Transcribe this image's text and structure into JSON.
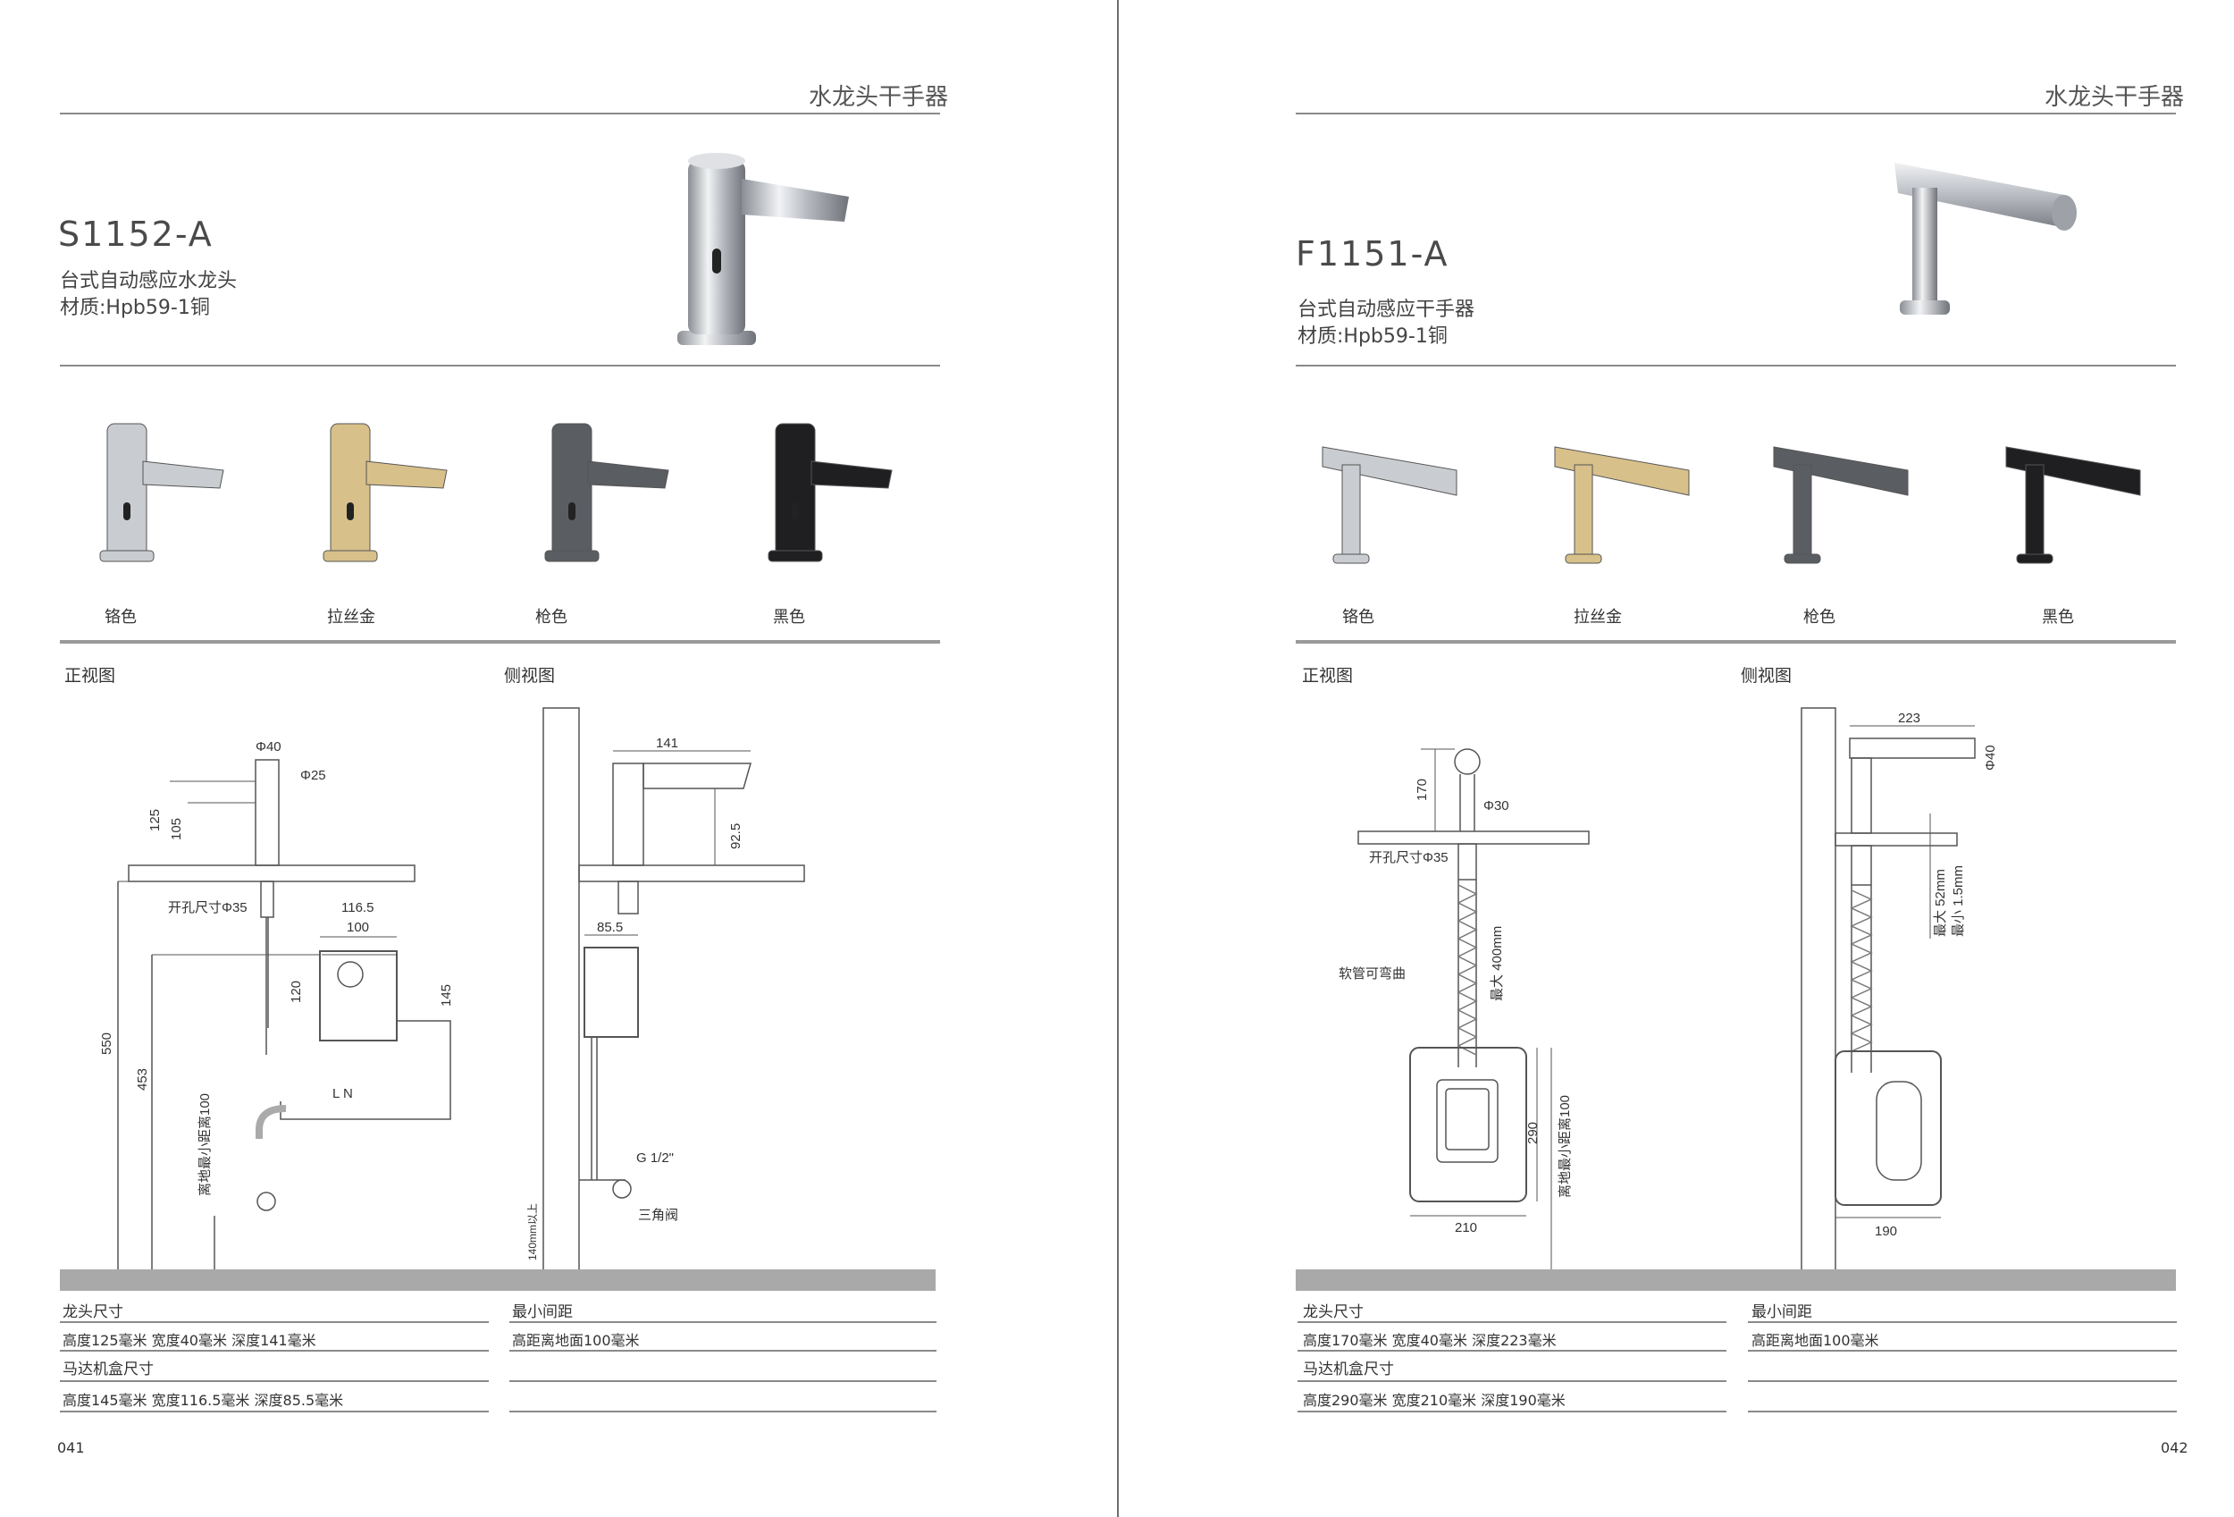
{
  "left": {
    "section": "水龙头干手器",
    "model": "S1152-A",
    "desc_line1": "台式自动感应水龙头",
    "desc_line2": "材质:Hpb59-1铜",
    "finishes": [
      "铬色",
      "拉丝金",
      "枪色",
      "黑色"
    ],
    "front_view": "正视图",
    "side_view": "侧视图",
    "dims_front": {
      "d40": "Φ40",
      "d25": "Φ25",
      "h125": "125",
      "h105": "105",
      "hole": "开孔尺寸Φ35",
      "w116": "116.5",
      "w100": "100",
      "h120": "120",
      "h145": "145",
      "h550": "550",
      "h453": "453",
      "floor": "离地最小距离100",
      "ln": "L N"
    },
    "dims_side": {
      "w141": "141",
      "h92": "92.5",
      "d85": "85.5",
      "g12": "G 1/2\"",
      "valve": "三角阀",
      "min140": "140mm以上"
    },
    "spec_faucet_label": "龙头尺寸",
    "spec_faucet_value": "高度125毫米  宽度40毫米  深度141毫米",
    "spec_motor_label": "马达机盒尺寸",
    "spec_motor_value": "高度145毫米  宽度116.5毫米  深度85.5毫米",
    "spec_gap_label": "最小间距",
    "spec_gap_value": "高距离地面100毫米",
    "page_num": "041"
  },
  "right": {
    "section": "水龙头干手器",
    "model": "F1151-A",
    "desc_line1": "台式自动感应干手器",
    "desc_line2": "材质:Hpb59-1铜",
    "finishes": [
      "铬色",
      "拉丝金",
      "枪色",
      "黑色"
    ],
    "front_view": "正视图",
    "side_view": "侧视图",
    "dims_front": {
      "h170": "170",
      "d30": "Φ30",
      "hole": "开孔尺寸Φ35",
      "hose": "软管可弯曲",
      "max400": "最大 400mm",
      "h290": "290",
      "floor": "离地最小距离100",
      "w210": "210"
    },
    "dims_side": {
      "w223": "223",
      "d40": "Φ40",
      "max52": "最大 52mm",
      "min15": "最小 1.5mm",
      "w190": "190"
    },
    "spec_faucet_label": "龙头尺寸",
    "spec_faucet_value": "高度170毫米  宽度40毫米  深度223毫米",
    "spec_motor_label": "马达机盒尺寸",
    "spec_motor_value": "高度290毫米  宽度210毫米  深度190毫米",
    "spec_gap_label": "最小间距",
    "spec_gap_value": "高距离地面100毫米",
    "page_num": "042"
  },
  "colors": {
    "chrome": "#c9ccd0",
    "gold": "#d8c08a",
    "gunmetal": "#5a5d62",
    "black": "#1f1f22"
  }
}
